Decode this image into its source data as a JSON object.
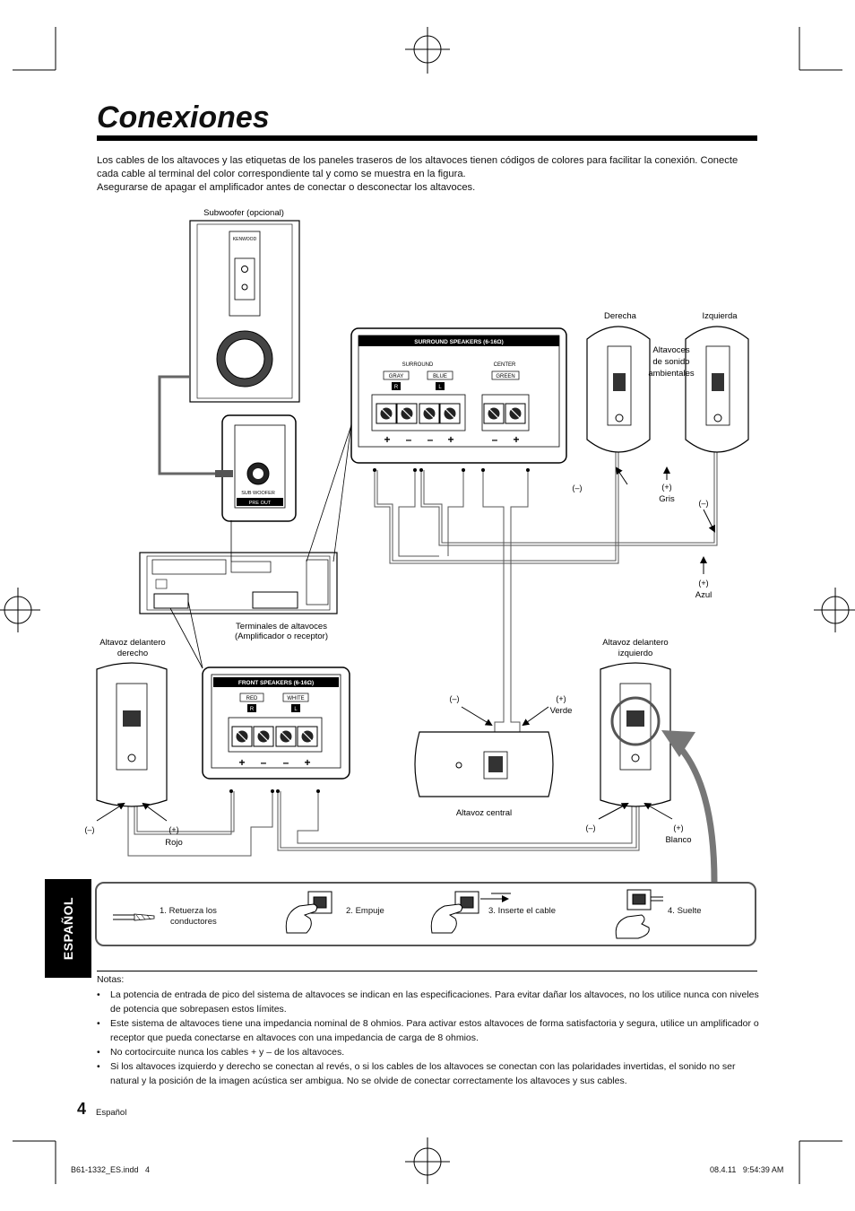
{
  "title": "Conexiones",
  "intro": {
    "p1": "Los cables de los altavoces y las etiquetas de los paneles traseros de los altavoces tienen códigos de colores para facilitar la conexión. Conecte cada cable al terminal del color correspondiente tal y como se muestra en la figura.",
    "p2": "Asegurarse de apagar el amplificador antes de conectar o desconectar los altavoces."
  },
  "diagram": {
    "subwoofer": "Subwoofer (opcional)",
    "subwoofer_logo": "KENWOOD",
    "subwoofer_jack_1": "SUB WOOFER",
    "subwoofer_jack_2": "PRE OUT",
    "surround_panel_title": "SURROUND SPEAKERS (6-16Ω)",
    "surround_label": "SURROUND",
    "center_label": "CENTER",
    "gray_tag": "GRAY",
    "blue_tag": "BLUE",
    "green_tag": "GREEN",
    "tag_r": "R",
    "tag_l": "L",
    "front_panel_title": "FRONT SPEAKERS (6-16Ω)",
    "red_tag": "RED",
    "white_tag": "WHITE",
    "plus": "+",
    "minus": "–",
    "right_label": "Derecha",
    "left_label": "Izquierda",
    "ambient_speakers": [
      "Altavoces",
      "de sonido",
      "ambientales"
    ],
    "minus_mark": "(–)",
    "plus_mark": "(+)",
    "gris": "Gris",
    "azul": "Azul",
    "terminals": [
      "Terminales de altavoces",
      "(Amplificador o receptor)"
    ],
    "front_right": [
      "Altavoz delantero",
      "derecho"
    ],
    "front_left": [
      "Altavoz delantero",
      "izquierdo"
    ],
    "rojo": "Rojo",
    "verde": "Verde",
    "blanco": "Blanco",
    "center_speaker": "Altavoz central"
  },
  "steps": [
    {
      "num": "1.",
      "text_1": "Retuerza los",
      "text_2": "conductores"
    },
    {
      "num": "2.",
      "text_1": "Empuje"
    },
    {
      "num": "3.",
      "text_1": "Inserte el cable"
    },
    {
      "num": "4.",
      "text_1": "Suelte"
    }
  ],
  "side_tab": "ESPAÑOL",
  "notes": {
    "heading": "Notas:",
    "items": [
      "La potencia de entrada de pico del sistema de altavoces se indican en las especificaciones. Para evitar dañar los altavoces, no los utilice nunca con niveles de potencia que sobrepasen estos límites.",
      "Este sistema de altavoces tiene una impedancia nominal de 8 ohmios. Para activar estos altavoces de forma satisfactoria y segura, utilice un amplificador o receptor que pueda conectarse en altavoces con una impedancia de carga de 8 ohmios.",
      "No cortocircuite nunca los cables + y – de los altavoces.",
      "Si los altavoces izquierdo y derecho se conectan al revés, o si los cables de los altavoces se conectan con las polaridades invertidas, el sonido no ser natural y la posición de la imagen acústica ser ambigua. No se olvide de conectar correctamente los altavoces y sus cables."
    ]
  },
  "page_number": "4",
  "page_language": "Español",
  "footer": {
    "file": "B61-1332_ES.indd   4",
    "date": "08.4.11   9:54:39 AM"
  }
}
